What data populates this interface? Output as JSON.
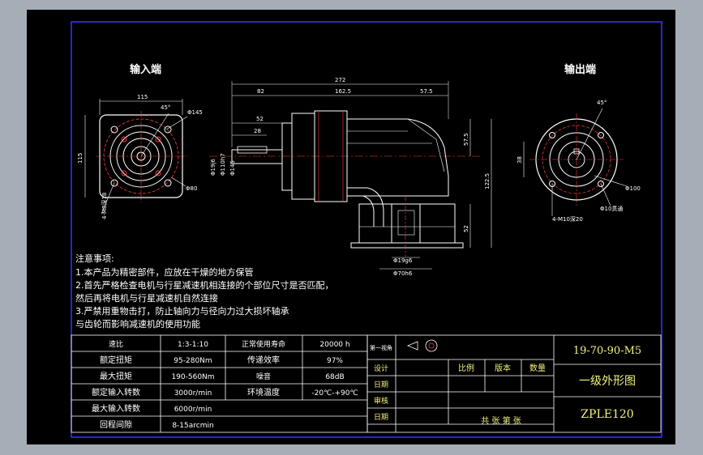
{
  "views": {
    "input_end_label": "输入端",
    "output_end_label": "输出端"
  },
  "dimensions": {
    "input_width": "115",
    "input_height": "115",
    "input_angle": "45°",
    "input_hole": "Φ145",
    "input_pilot": "Φ80",
    "input_bolt": "4-M8深18",
    "overall_length": "272",
    "len_162": "162.5",
    "len_57": "57.5",
    "len_82": "82",
    "len_52": "52",
    "len_28": "28",
    "dia_shaft": "Φ19j6",
    "dia_110": "Φ110h7",
    "dia_145": "Φ145",
    "height_57": "57.5",
    "height_122": "122.5",
    "height_52": "52",
    "out_width_1": "Φ19g6",
    "out_width_2": "Φ70h6",
    "output_angle": "45°",
    "output_38": "38",
    "output_dia": "Φ100",
    "output_holes": "Φ10贯通",
    "output_thread": "4-M10深20"
  },
  "notes": {
    "title": "注意事项:",
    "lines": [
      "1.本产品为精密部件，应放在干燥的地方保管",
      "2.首先严格检查电机与行星减速机相连接的个部位尺寸是否匹配，",
      "然后再将电机与行星减速机自然连接",
      "3.严禁用重物击打，防止轴向力与径向力过大损坏轴承",
      "与齿轮而影响减速机的使用功能"
    ]
  },
  "spec_table": {
    "rows": [
      {
        "k1": "速比",
        "v1": "1:3-1:10",
        "k2": "正常使用寿命",
        "v2": "20000 h"
      },
      {
        "k1": "额定扭矩",
        "v1": "95-280Nm",
        "k2": "传递效率",
        "v2": "97%"
      },
      {
        "k1": "最大扭矩",
        "v1": "190-560Nm",
        "k2": "噪音",
        "v2": "68dB"
      },
      {
        "k1": "额定输入转数",
        "v1": "3000r/min",
        "k2": "环境温度",
        "v2": "-20℃-+90℃"
      },
      {
        "k1": "最大输入转数",
        "v1": "6000r/min",
        "k2": "",
        "v2": ""
      },
      {
        "k1": "回程间隙",
        "v1": "8-15arcmin",
        "k2": "",
        "v2": ""
      }
    ]
  },
  "title_block": {
    "projection_label": "第一视角",
    "design_label": "设计",
    "date_label": "日期",
    "audit_label": "审核",
    "scale_label": "比例",
    "version_label": "版本",
    "qty_label": "数量",
    "sheets_label": "共 张 第 张",
    "drawing_number": "19-70-90-M5",
    "drawing_title": "一级外形图",
    "model": "ZPLE120"
  },
  "colors": {
    "frame": "#3535ff",
    "line": "#ffffff",
    "accent_red": "#ff3b3b",
    "accent_yellow": "#f2f27a",
    "dimension": "#ffffff"
  }
}
